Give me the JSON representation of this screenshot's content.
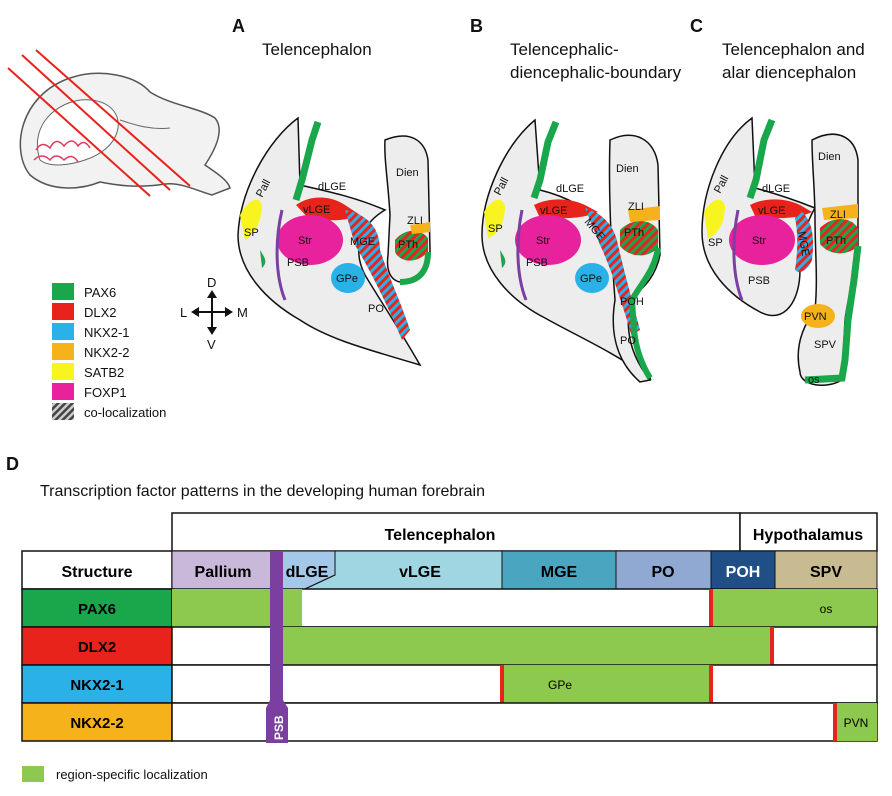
{
  "panel_labels": {
    "a": "A",
    "b": "B",
    "c": "C",
    "d": "D"
  },
  "titles": {
    "a": "Telencephalon",
    "b_line1": "Telencephalic-",
    "b_line2": "diencephalic-boundary",
    "c_line1": "Telencephalon and",
    "c_line2": "alar diencephalon"
  },
  "legend": [
    {
      "label": "PAX6",
      "color": "#1aa64a"
    },
    {
      "label": "DLX2",
      "color": "#e8231c"
    },
    {
      "label": "NKX2-1",
      "color": "#29b1e8"
    },
    {
      "label": "NKX2-2",
      "color": "#f6b21a"
    },
    {
      "label": "SATB2",
      "color": "#f7f41f"
    },
    {
      "label": "FOXP1",
      "color": "#e8219c"
    },
    {
      "label": "co-localization",
      "color": "#555555"
    }
  ],
  "compass": {
    "d": "D",
    "v": "V",
    "l": "L",
    "m": "M"
  },
  "regions": {
    "pall": "Pall",
    "dlge": "dLGE",
    "vlge": "vLGE",
    "sp": "SP",
    "str": "Str",
    "mge": "MGE",
    "psb": "PSB",
    "gpe": "GPe",
    "po": "PO",
    "dien": "Dien",
    "zli": "ZLI",
    "pth": "PTh",
    "poh": "POH",
    "pvn": "PVN",
    "spv": "SPV",
    "os": "os"
  },
  "table": {
    "title": "Transcription factor patterns in the developing human forebrain",
    "group_tel": "Telencephalon",
    "group_hyp": "Hypothalamus",
    "structure_header": "Structure",
    "columns": [
      {
        "label": "Pallium",
        "color": "#c9b8d9"
      },
      {
        "label": "dLGE",
        "color": "#a3c8e8"
      },
      {
        "label": "vLGE",
        "color": "#9fd6e2"
      },
      {
        "label": "MGE",
        "color": "#4aa6c0"
      },
      {
        "label": "PO",
        "color": "#8fa9d3"
      },
      {
        "label": "POH",
        "color": "#1f4f86"
      },
      {
        "label": "SPV",
        "color": "#c8bb92"
      }
    ],
    "rows": [
      {
        "label": "PAX6",
        "color": "#1aa64a",
        "cell_text": "os"
      },
      {
        "label": "DLX2",
        "color": "#e8231c",
        "cell_text": ""
      },
      {
        "label": "NKX2-1",
        "color": "#29b1e8",
        "cell_text": "GPe"
      },
      {
        "label": "NKX2-2",
        "color": "#f6b21a",
        "cell_text": "PVN"
      }
    ],
    "psb_label": "PSB",
    "highlight_color": "#8cc94e",
    "psb_color": "#7b3fa0",
    "boundary_color": "#e8231c"
  },
  "bottom_legend": "region-specific localization"
}
